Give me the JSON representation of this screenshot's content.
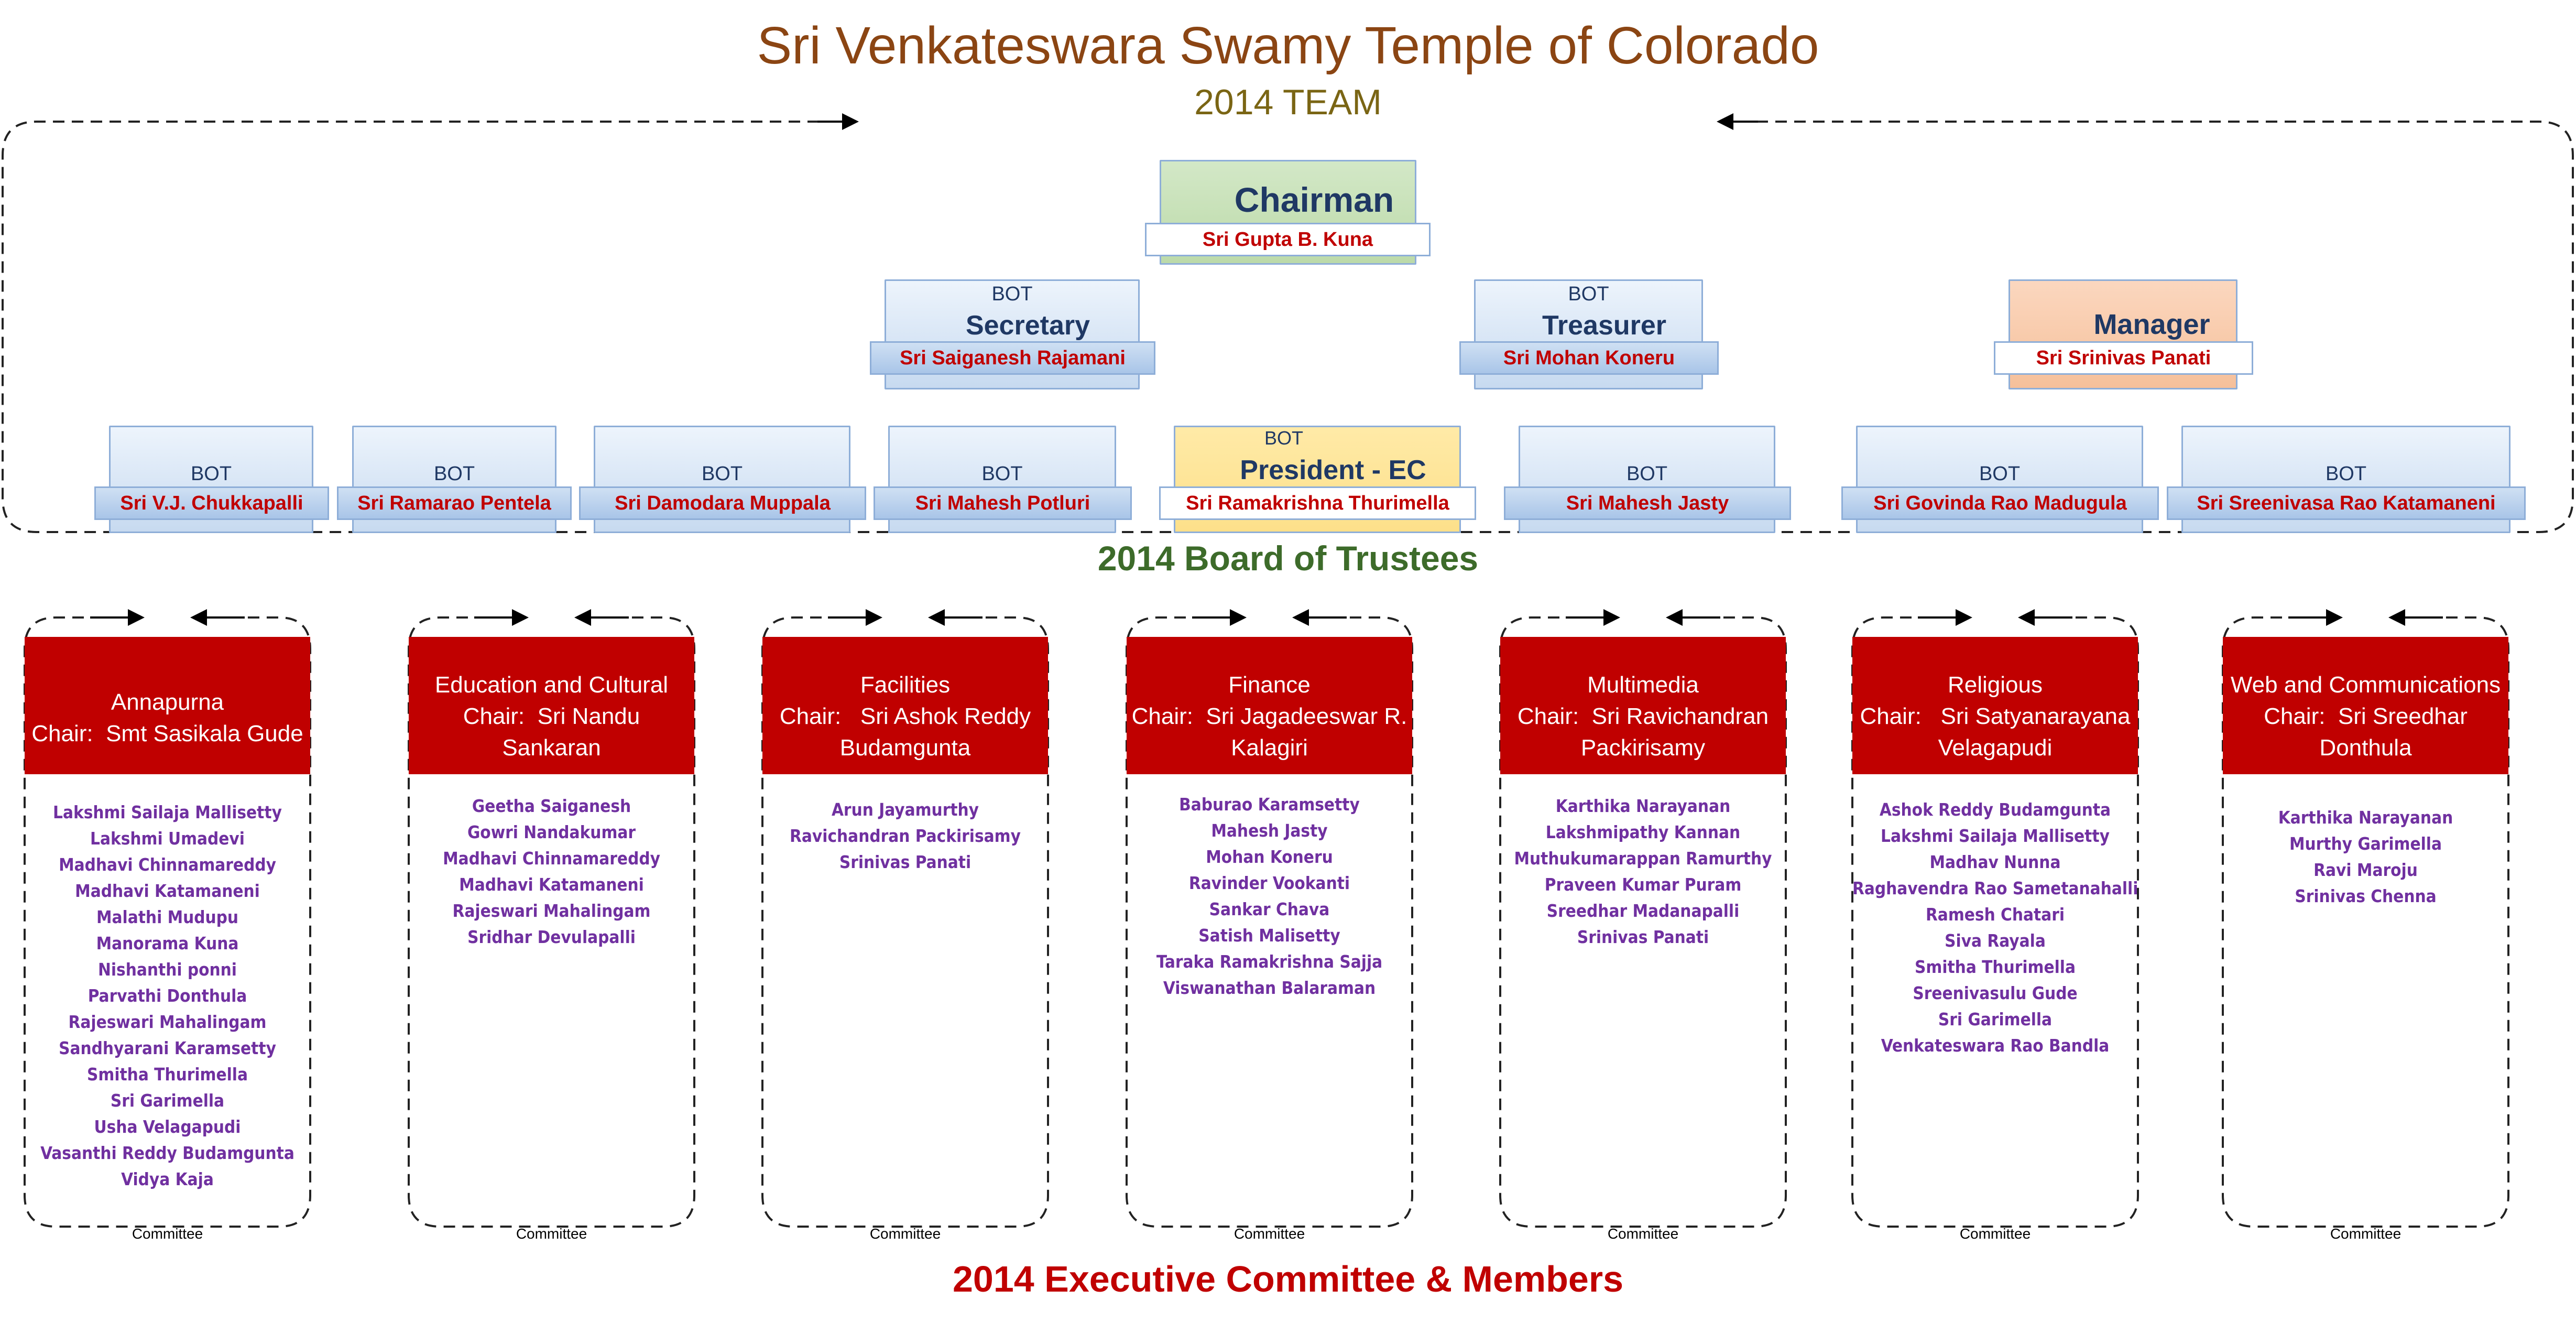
{
  "header": {
    "title": "Sri Venkateswara Swamy Temple of Colorado",
    "subtitle": "2014 TEAM"
  },
  "board": {
    "title": "2014 Board of Trustees",
    "chairman": {
      "role": "Chairman",
      "name": "Sri Gupta B. Kuna"
    },
    "secretary": {
      "tag": "BOT",
      "role": "Secretary",
      "name": "Sri Saiganesh Rajamani"
    },
    "treasurer": {
      "tag": "BOT",
      "role": "Treasurer",
      "name": "Sri Mohan Koneru"
    },
    "manager": {
      "role": "Manager",
      "name": "Sri Srinivas Panati"
    },
    "president": {
      "tag": "BOT",
      "role": "President - EC",
      "name": "Sri Ramakrishna Thurimella"
    },
    "trustees": [
      {
        "tag": "BOT",
        "name": "Sri V.J. Chukkapalli"
      },
      {
        "tag": "BOT",
        "name": "Sri Ramarao Pentela"
      },
      {
        "tag": "BOT",
        "name": "Sri Damodara Muppala"
      },
      {
        "tag": "BOT",
        "name": "Sri Mahesh Potluri"
      },
      {
        "tag": "BOT",
        "name": "Sri Mahesh Jasty"
      },
      {
        "tag": "BOT",
        "name": "Sri Govinda Rao Madugula"
      },
      {
        "tag": "BOT",
        "name": "Sri Sreenivasa Rao Katamaneni"
      }
    ]
  },
  "executive": {
    "title": "2014 Executive Committee & Members",
    "committee_label": "Committee",
    "committees": [
      {
        "name": "Annapurna",
        "chair_lines": [
          "Chair:  Smt Sasikala Gude"
        ],
        "members": [
          "Lakshmi Sailaja Mallisetty",
          "Lakshmi Umadevi",
          "Madhavi Chinnamareddy",
          "Madhavi Katamaneni",
          "Malathi Mudupu",
          "Manorama Kuna",
          "Nishanthi ponni",
          "Parvathi Donthula",
          "Rajeswari Mahalingam",
          "Sandhyarani Karamsetty",
          "Smitha Thurimella",
          "Sri Garimella",
          "Usha Velagapudi",
          "Vasanthi Reddy Budamgunta",
          "Vidya Kaja"
        ]
      },
      {
        "name": "Education and Cultural",
        "chair_lines": [
          "Chair:  Sri Nandu",
          "Sankaran"
        ],
        "members": [
          "Geetha Saiganesh",
          "Gowri Nandakumar",
          "Madhavi Chinnamareddy",
          "Madhavi Katamaneni",
          "Rajeswari Mahalingam",
          "Sridhar Devulapalli"
        ]
      },
      {
        "name": "Facilities",
        "chair_lines": [
          "Chair:   Sri Ashok Reddy",
          "Budamgunta"
        ],
        "members": [
          "Arun Jayamurthy",
          "Ravichandran Packirisamy",
          "Srinivas Panati"
        ]
      },
      {
        "name": "Finance",
        "chair_lines": [
          "Chair:  Sri Jagadeeswar R.",
          "Kalagiri"
        ],
        "members": [
          "Baburao Karamsetty",
          "Mahesh Jasty",
          "Mohan Koneru",
          "Ravinder Vookanti",
          "Sankar Chava",
          "Satish Malisetty",
          "Taraka Ramakrishna Sajja",
          "Viswanathan Balaraman"
        ]
      },
      {
        "name": "Multimedia",
        "chair_lines": [
          "Chair:  Sri Ravichandran",
          "Packirisamy"
        ],
        "members": [
          "Karthika Narayanan",
          "Lakshmipathy Kannan",
          "Muthukumarappan Ramurthy",
          "Praveen Kumar Puram",
          "Sreedhar Madanapalli",
          "Srinivas Panati"
        ]
      },
      {
        "name": "Religious",
        "chair_lines": [
          "Chair:   Sri Satyanarayana",
          "Velagapudi"
        ],
        "members": [
          "Ashok Reddy Budamgunta",
          "Lakshmi Sailaja Mallisetty",
          "Madhav Nunna",
          "Raghavendra Rao Sametanahalli",
          "Ramesh Chatari",
          "Siva Rayala",
          "Smitha Thurimella",
          "Sreenivasulu Gude",
          "Sri Garimella",
          "Venkateswara Rao Bandla"
        ]
      },
      {
        "name": "Web and Communications",
        "chair_lines": [
          "Chair:  Sri Sreedhar",
          "Donthula"
        ],
        "members": [
          "Karthika Narayanan",
          "Murthy Garimella",
          "Ravi Maroju",
          "Srinivas Chenna"
        ]
      }
    ]
  },
  "colors": {
    "title": "#8B4513",
    "subtitle": "#7a6514",
    "board_title": "#3d6b2a",
    "exec_title": "#c00000",
    "committee_header": "#c00000",
    "member_text": "#7030a0",
    "name_text": "#c00000",
    "role_text": "#1f3864"
  }
}
